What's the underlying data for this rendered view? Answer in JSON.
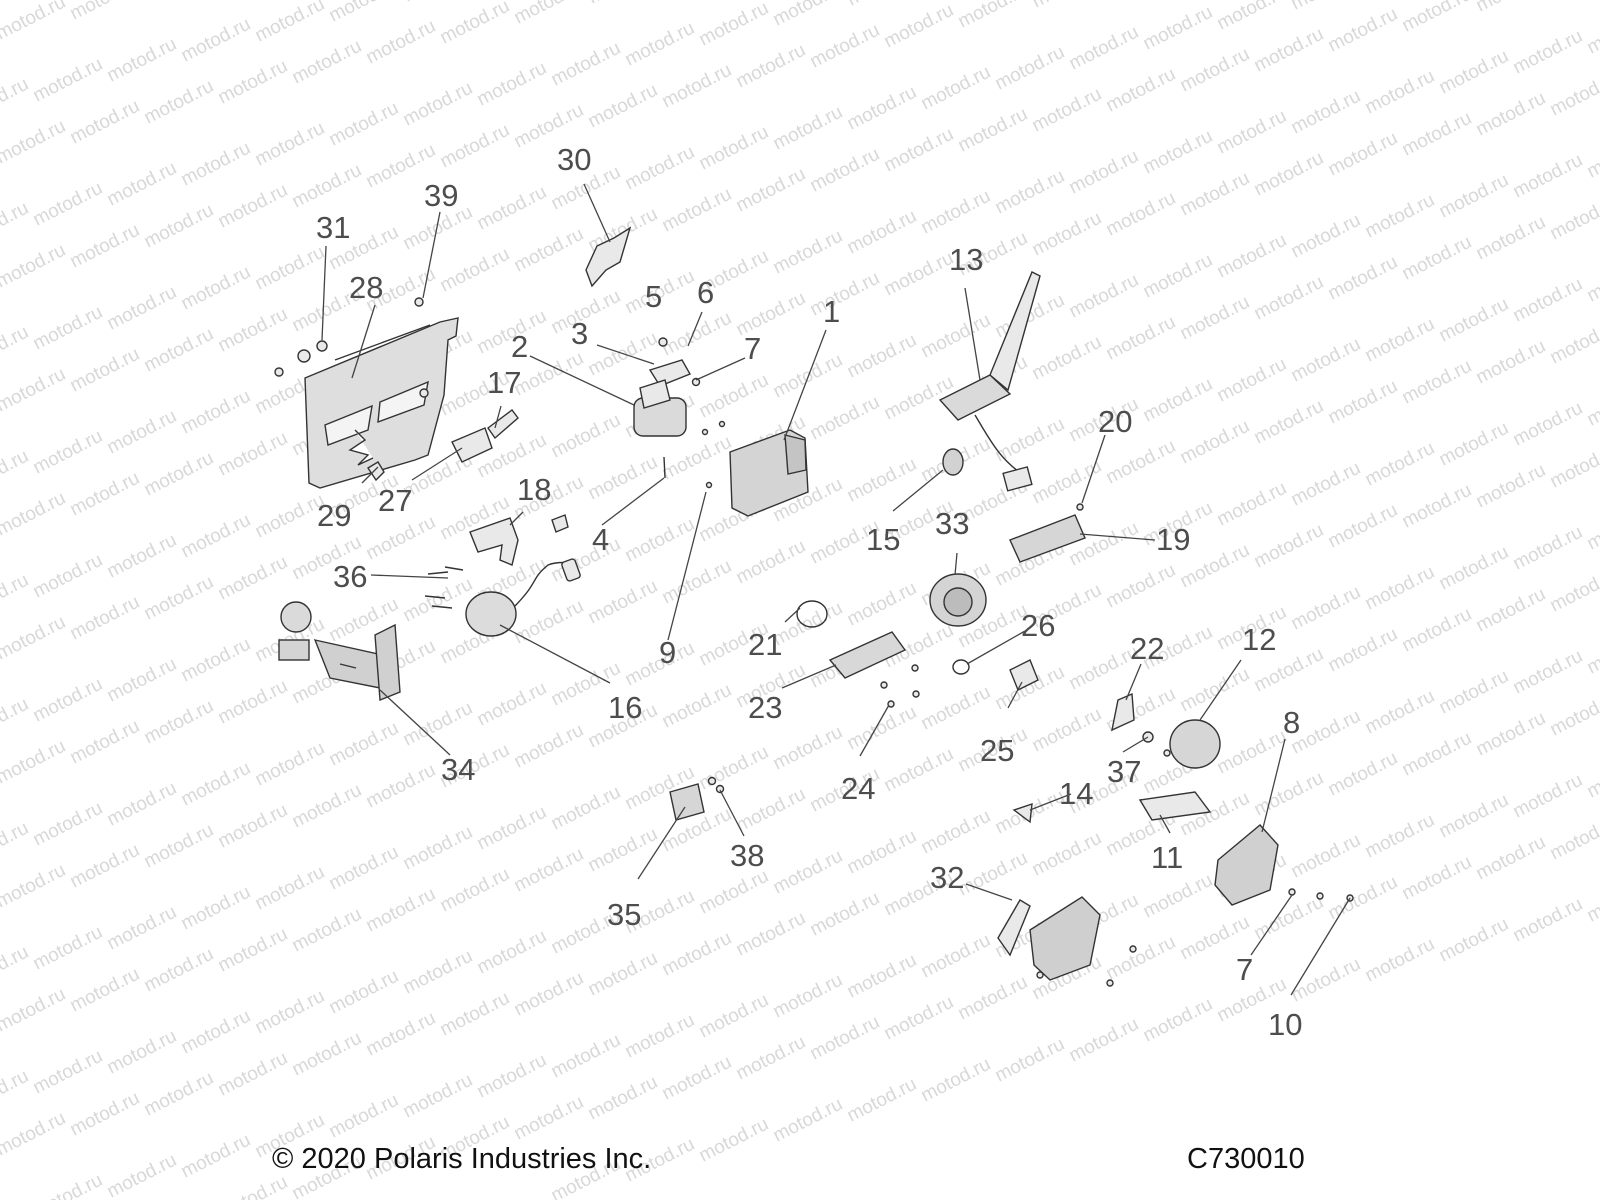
{
  "watermark": "motod.ru",
  "copyright": "© 2020 Polaris Industries Inc.",
  "diagram_code": "C730010",
  "callouts": [
    "1",
    "2",
    "3",
    "4",
    "5",
    "6",
    "7",
    "8",
    "9",
    "10",
    "11",
    "12",
    "13",
    "14",
    "15",
    "16",
    "17",
    "18",
    "19",
    "20",
    "21",
    "22",
    "23",
    "24",
    "25",
    "26",
    "27",
    "28",
    "29",
    "30",
    "31",
    "32",
    "33",
    "34",
    "35",
    "36",
    "37",
    "38",
    "39",
    "7"
  ]
}
